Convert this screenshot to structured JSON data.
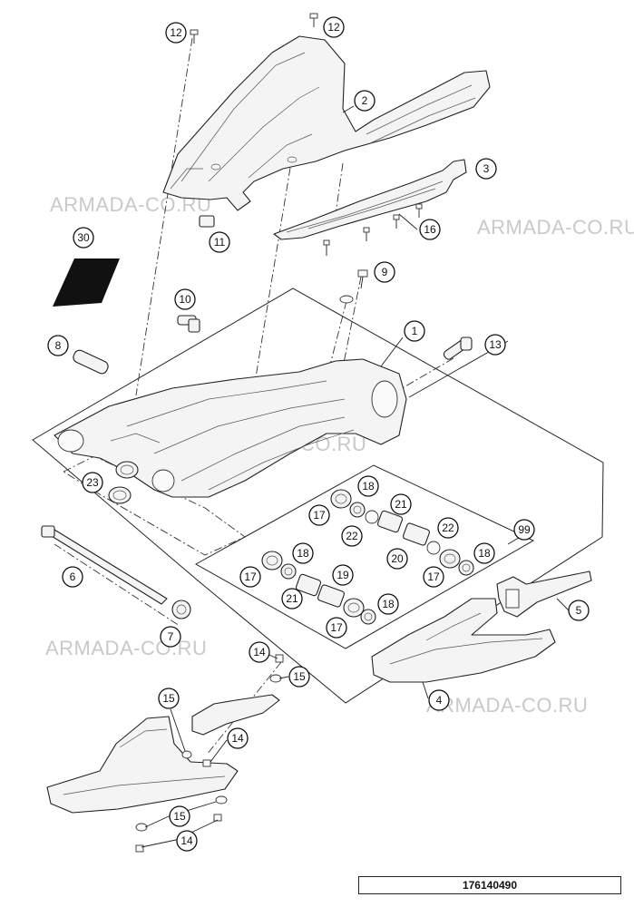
{
  "watermark": "ARMADA-CO.RU",
  "diagram_id": "176140490",
  "callouts": {
    "c1": "1",
    "c2": "2",
    "c3": "3",
    "c4": "4",
    "c5": "5",
    "c6": "6",
    "c7": "7",
    "c8": "8",
    "c9": "9",
    "c10": "10",
    "c11": "11",
    "c12": "12",
    "c13": "13",
    "c14": "14",
    "c15": "15",
    "c16": "16",
    "c17": "17",
    "c18": "18",
    "c19": "19",
    "c20": "20",
    "c21": "21",
    "c22": "22",
    "c23": "23",
    "c30": "30",
    "c99": "99"
  },
  "colors": {
    "line": "#222222",
    "watermark": "#c9c9c9",
    "decal": "#111111"
  }
}
